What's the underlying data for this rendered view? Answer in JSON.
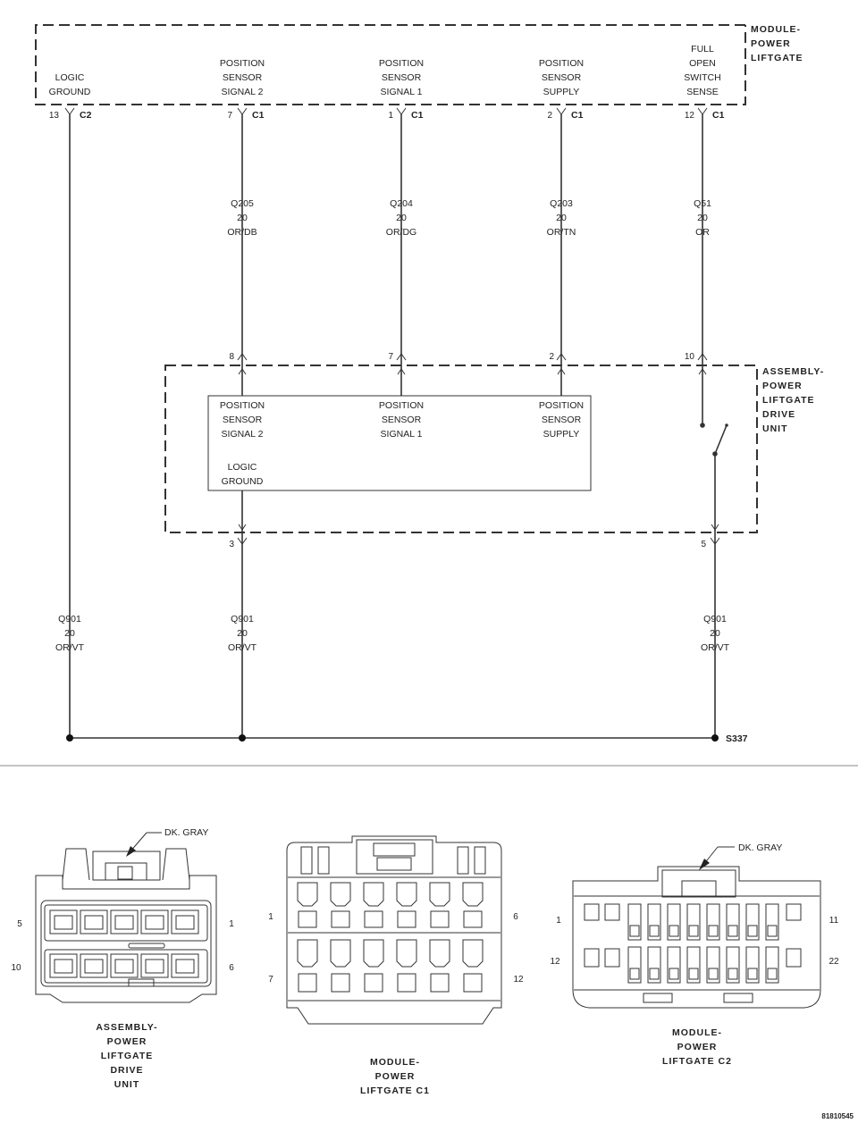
{
  "modules": {
    "liftgate_module": [
      "MODULE-",
      "POWER",
      "LIFTGATE"
    ],
    "drive_unit": [
      "ASSEMBLY-",
      "POWER",
      "LIFTGATE",
      "DRIVE",
      "UNIT"
    ]
  },
  "module_pins": [
    {
      "lines": [
        "LOGIC",
        "GROUND"
      ],
      "pin": "13",
      "connector": "C2"
    },
    {
      "lines": [
        "POSITION",
        "SENSOR",
        "SIGNAL 2"
      ],
      "pin": "7",
      "connector": "C1"
    },
    {
      "lines": [
        "POSITION",
        "SENSOR",
        "SIGNAL 1"
      ],
      "pin": "1",
      "connector": "C1"
    },
    {
      "lines": [
        "POSITION",
        "SENSOR",
        "SUPPLY"
      ],
      "pin": "2",
      "connector": "C1"
    },
    {
      "lines": [
        "FULL",
        "OPEN",
        "SWITCH",
        "SENSE"
      ],
      "pin": "12",
      "connector": "C1"
    }
  ],
  "upper_wires": [
    {
      "circuit": "Q205",
      "gauge": "20",
      "color": "OR/DB"
    },
    {
      "circuit": "Q204",
      "gauge": "20",
      "color": "OR/DG"
    },
    {
      "circuit": "Q203",
      "gauge": "20",
      "color": "OR/TN"
    },
    {
      "circuit": "Q51",
      "gauge": "20",
      "color": "OR"
    }
  ],
  "drive_unit_top_pins": [
    "8",
    "7",
    "2",
    "10"
  ],
  "sensor_box": {
    "signal2": [
      "POSITION",
      "SENSOR",
      "SIGNAL 2"
    ],
    "signal1": [
      "POSITION",
      "SENSOR",
      "SIGNAL 1"
    ],
    "supply": [
      "POSITION",
      "SENSOR",
      "SUPPLY"
    ],
    "ground": [
      "LOGIC",
      "GROUND"
    ]
  },
  "drive_unit_bottom_pins": [
    "3",
    "5"
  ],
  "lower_wires": [
    {
      "circuit": "Q901",
      "gauge": "20",
      "color": "OR/VT"
    },
    {
      "circuit": "Q901",
      "gauge": "20",
      "color": "OR/VT"
    },
    {
      "circuit": "Q901",
      "gauge": "20",
      "color": "OR/VT"
    }
  ],
  "splice": "S337",
  "connector_views": [
    {
      "caption": [
        "ASSEMBLY-",
        "POWER",
        "LIFTGATE",
        "DRIVE",
        "UNIT"
      ],
      "color_note": "DK. GRAY",
      "pins": {
        "top_left": "5",
        "top_right": "1",
        "bottom_left": "10",
        "bottom_right": "6"
      }
    },
    {
      "caption": [
        "MODULE-",
        "POWER",
        "LIFTGATE C1"
      ],
      "pins": {
        "top_left": "1",
        "top_right": "6",
        "bottom_left": "7",
        "bottom_right": "12"
      }
    },
    {
      "caption": [
        "MODULE-",
        "POWER",
        "LIFTGATE C2"
      ],
      "color_note": "DK. GRAY",
      "pins": {
        "top_left": "1",
        "top_right": "11",
        "bottom_left": "12",
        "bottom_right": "22"
      }
    }
  ],
  "figure_id": "81810545"
}
